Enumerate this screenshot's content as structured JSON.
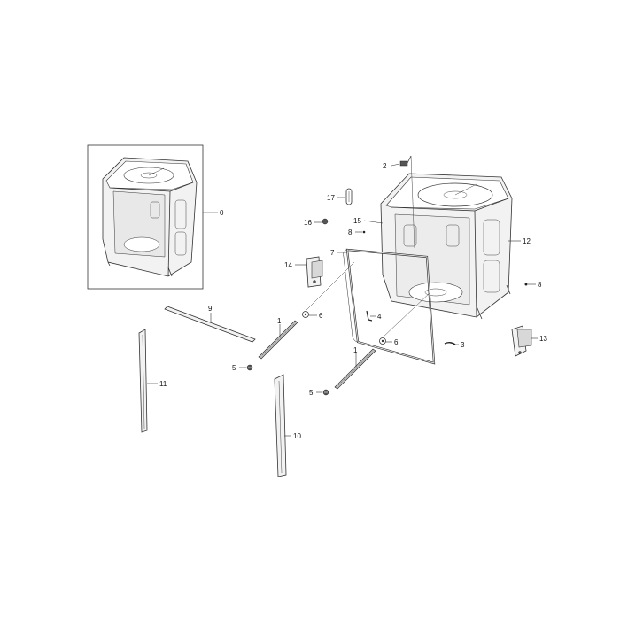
{
  "diagram": {
    "callouts": {
      "c0": "0",
      "c1a": "1",
      "c1b": "1",
      "c2": "2",
      "c3": "3",
      "c4": "4",
      "c5a": "5",
      "c5b": "5",
      "c6a": "6",
      "c6b": "6",
      "c7": "7",
      "c8a": "8",
      "c8b": "8",
      "c9": "9",
      "c10": "10",
      "c11": "11",
      "c12": "12",
      "c13": "13",
      "c14": "14",
      "c15": "15",
      "c16": "16",
      "c17": "17"
    }
  }
}
